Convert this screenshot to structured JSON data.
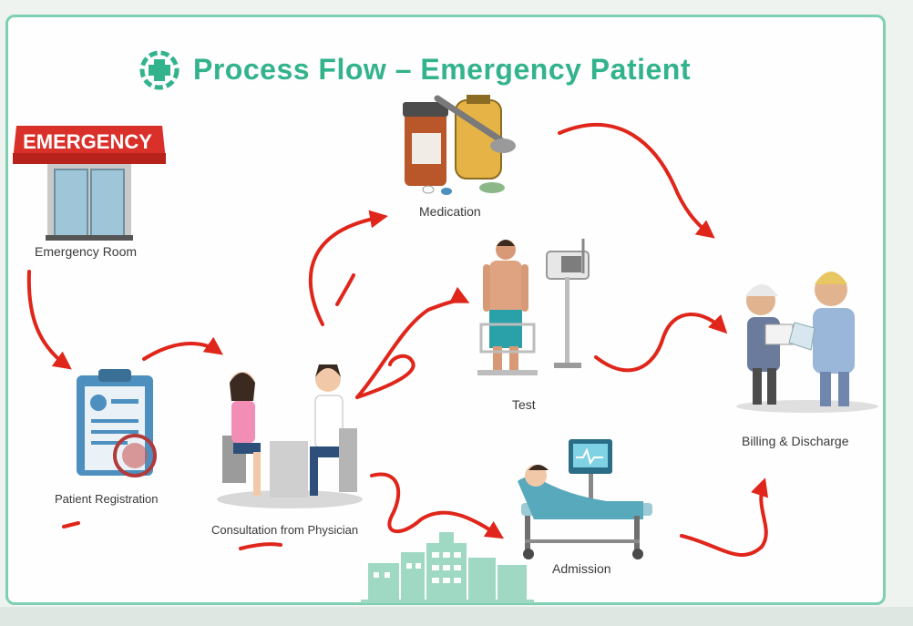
{
  "title": "Process Flow – Emergency Patient",
  "colors": {
    "title": "#33b38c",
    "frame_border": "#7fcfb4",
    "arrow": "#e0251b",
    "sign_red": "#d9302a"
  },
  "nodes": {
    "emergency_room": {
      "sign": "EMERGENCY",
      "label": "Emergency Room"
    },
    "registration": {
      "label": "Patient Registration"
    },
    "consultation": {
      "label": "Consultation from Physician"
    },
    "medication": {
      "label": "Medication"
    },
    "test": {
      "label": "Test"
    },
    "admission": {
      "label": "Admission"
    },
    "billing": {
      "label": "Billing & Discharge"
    }
  }
}
